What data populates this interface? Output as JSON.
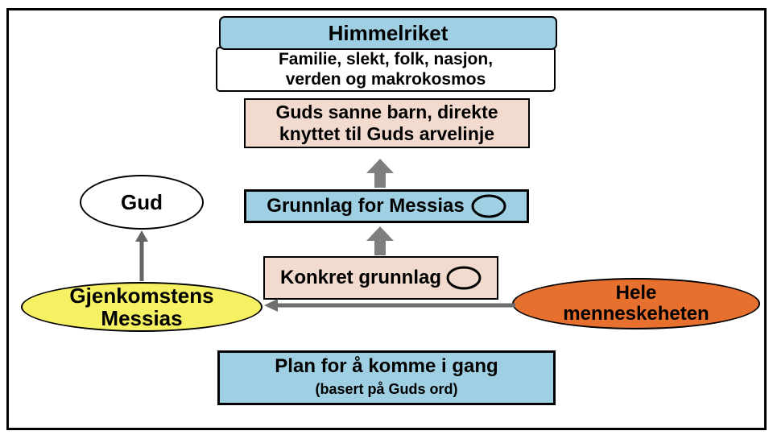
{
  "colors": {
    "light_blue": "#9ECFE2",
    "peach": "#F2DACE",
    "yellow": "#F5F163",
    "orange": "#E8702E",
    "arrow_gray": "#7F7F7F",
    "thin_arrow_gray": "#636363",
    "border": "#000000"
  },
  "diagram": {
    "himmelriket": {
      "label": "Himmelriket"
    },
    "familie": {
      "line1": "Familie, slekt, folk, nasjon,",
      "line2": "verden og makrokosmos"
    },
    "guds_sanne_barn": {
      "line1": "Guds sanne barn, direkte",
      "line2": "knyttet til Guds arvelinje"
    },
    "grunnlag_messias": {
      "label": "Grunnlag for Messias",
      "icon": "ellipse-outline-icon"
    },
    "konkret_grunnlag": {
      "label": "Konkret grunnlag",
      "icon": "ellipse-outline-icon"
    },
    "gud": {
      "label": "Gud"
    },
    "gjenkomstens_messias": {
      "line1": "Gjenkomstens",
      "line2": "Messias"
    },
    "hele_menneskeheten": {
      "line1": "Hele",
      "line2": "menneskeheten"
    },
    "plan": {
      "line1": "Plan for å komme i gang",
      "line2": "(basert på Guds ord)"
    },
    "arrows": [
      {
        "name": "konkret-to-grunnlag",
        "type": "block-up"
      },
      {
        "name": "grunnlag-to-guds-sanne-barn",
        "type": "block-up"
      },
      {
        "name": "gjenkomstens-to-gud",
        "type": "thin-up"
      },
      {
        "name": "hele-to-gjenkomstens",
        "type": "thin-left"
      }
    ]
  }
}
